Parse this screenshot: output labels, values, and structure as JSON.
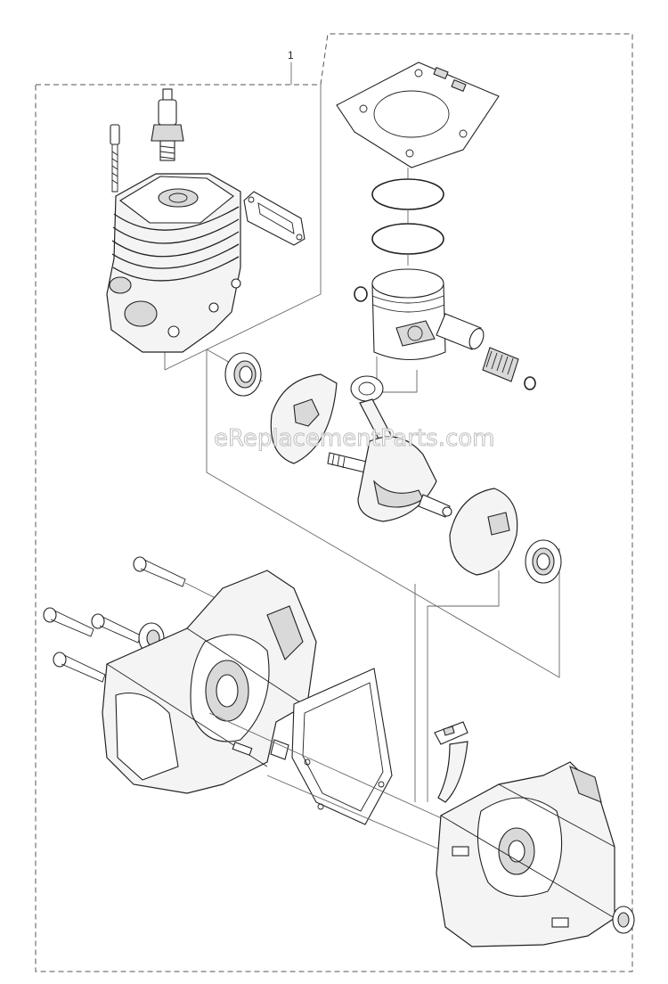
{
  "diagram": {
    "callouts": [
      {
        "id": "1",
        "label": "1"
      }
    ],
    "watermark": "eReplacementParts.com"
  }
}
